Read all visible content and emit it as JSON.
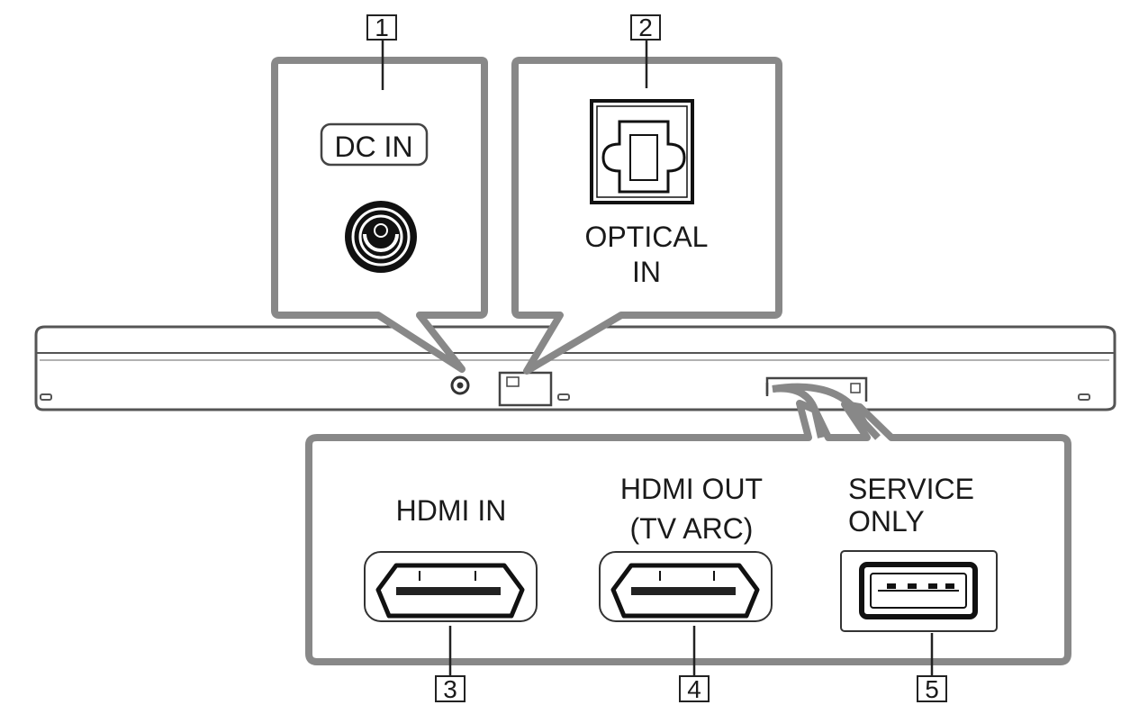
{
  "callouts": [
    {
      "number": "1",
      "label": "DC IN"
    },
    {
      "number": "2",
      "label_lines": [
        "OPTICAL",
        "IN"
      ]
    },
    {
      "number": "3",
      "label": "HDMI IN"
    },
    {
      "number": "4",
      "label_lines": [
        "HDMI OUT",
        "(TV ARC)"
      ]
    },
    {
      "number": "5",
      "label_lines": [
        "SERVICE",
        "ONLY"
      ]
    }
  ]
}
